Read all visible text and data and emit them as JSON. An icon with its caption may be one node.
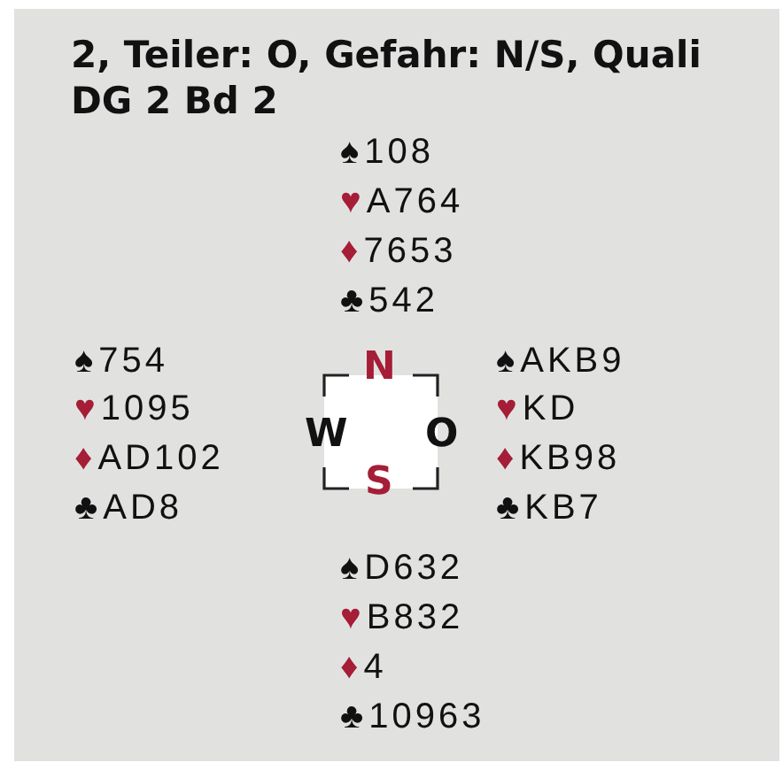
{
  "diagram": {
    "title": "2, Teiler: O, Gefahr: N/S, Quali DG 2 Bd 2",
    "labels": [
      "♠108",
      "♥A764",
      "♦7653",
      "♣542",
      "♠754",
      "N",
      "♠AKB9",
      "♥1095",
      "♥KD",
      "W",
      "O",
      "♦AD102",
      "♦KB98",
      "S",
      "♣AD8",
      "♣KB7",
      "♠D632",
      "♥B832",
      "♦4",
      "♣10963"
    ]
  }
}
